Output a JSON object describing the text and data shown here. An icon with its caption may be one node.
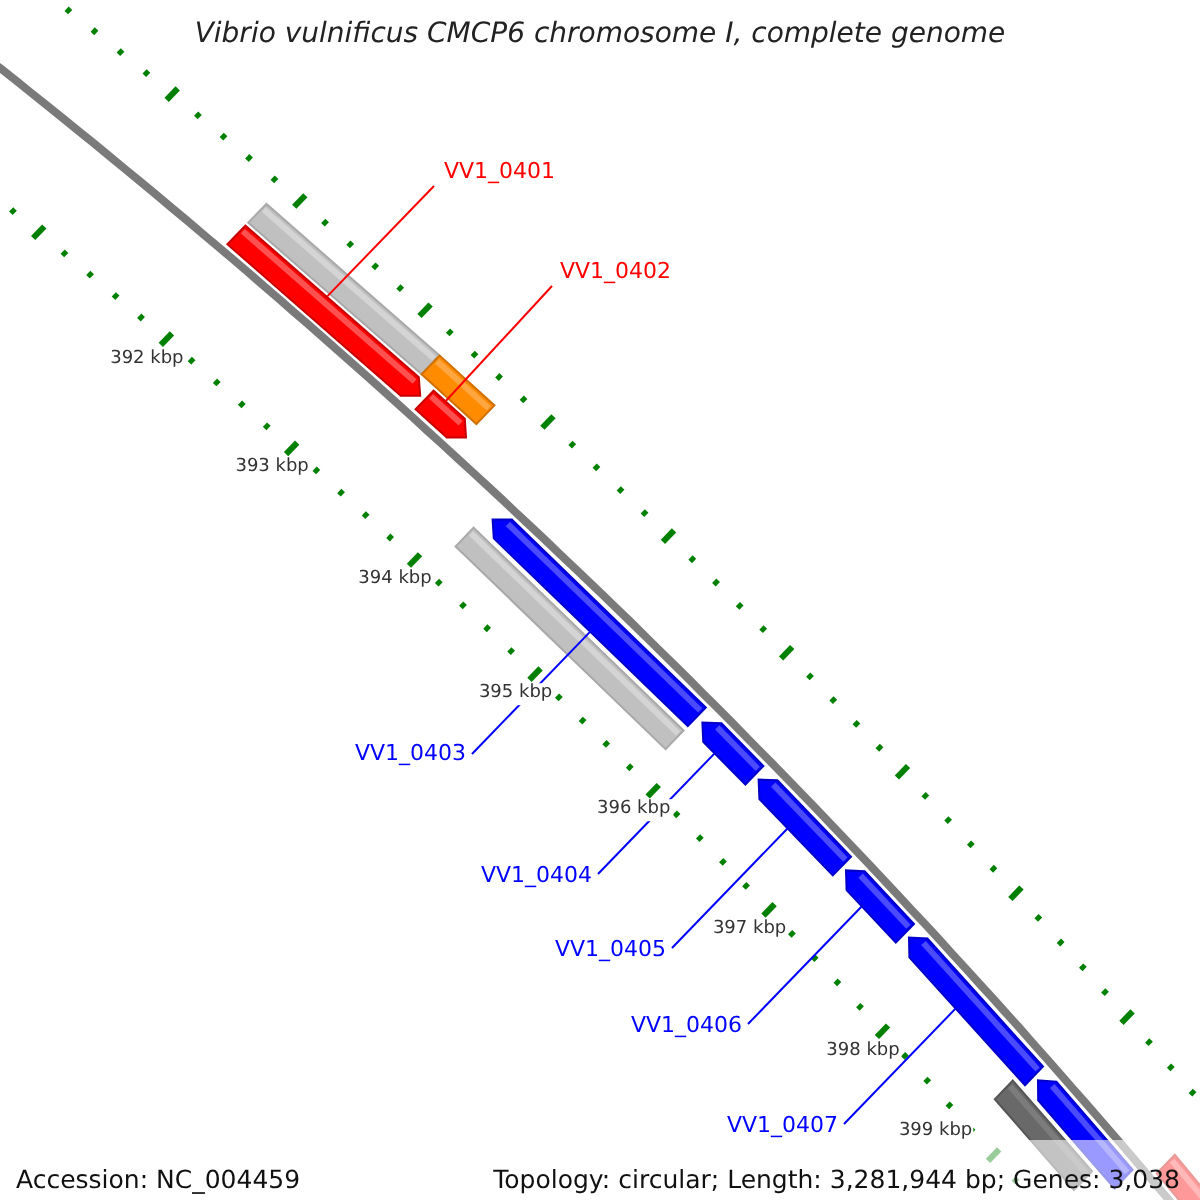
{
  "diagram": {
    "title": "Vibrio vulnificus CMCP6 chromosome I, complete genome",
    "nodes": [
      {
        "text": [
          "VV1_0401"
        ]
      },
      {
        "text": [
          "VV1_0402"
        ]
      },
      {
        "text": [],
        "shape": "arrow"
      },
      {
        "text": [],
        "shape": "arrow"
      },
      {
        "text": [
          "VV1_0403"
        ]
      },
      {
        "text": [
          "VV1_0404"
        ]
      },
      {
        "text": [
          "VV1_0405"
        ]
      },
      {
        "text": [
          "VV1_0406"
        ]
      },
      {
        "text": [
          "VV1_0407"
        ]
      },
      {
        "text": [],
        "shape": "arrow"
      },
      {
        "text": [],
        "shape": "arrow"
      },
      {
        "text": [],
        "shape": "arrow"
      },
      {
        "text": [],
        "shape": "arrow"
      },
      {
        "text": [],
        "shape": "arrow"
      },
      {
        "text": [],
        "shape": "arrow"
      }
    ],
    "edges": [
      {
        "from": 0,
        "to": 2,
        "arrow": "none",
        "color": "#ff0000"
      },
      {
        "from": 1,
        "to": 3,
        "arrow": "none",
        "color": "#ff0000"
      },
      {
        "from": 4,
        "to": 9,
        "arrow": "none"
      },
      {
        "from": 5,
        "to": 10,
        "arrow": "none"
      },
      {
        "from": 6,
        "to": 11,
        "arrow": "none"
      },
      {
        "from": 7,
        "to": 12,
        "arrow": "none"
      },
      {
        "from": 8,
        "to": 13,
        "arrow": "none"
      }
    ],
    "labels": [
      "392 kbp",
      "393 kbp",
      "394 kbp",
      "395 kbp",
      "396 kbp",
      "397 kbp",
      "398 kbp",
      "399 kbp",
      "Accession: NC_004459",
      "Topology: circular; Length: 3,281,944 bp; Genes: 3,038"
    ]
  }
}
